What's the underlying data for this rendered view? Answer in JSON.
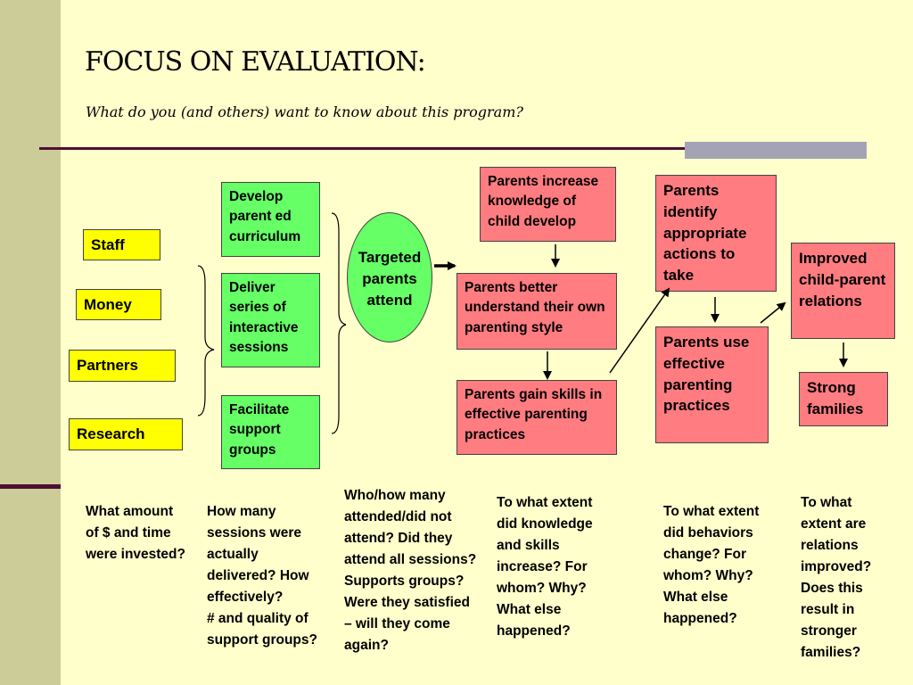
{
  "title": "FOCUS ON EVALUATION:",
  "subtitle": "What do you (and others) want to know about this program?",
  "inputs": {
    "staff": "Staff",
    "money": "Money",
    "partners": "Partners",
    "research": "Research"
  },
  "activities": {
    "develop": "Develop parent ed curriculum",
    "deliver": "Deliver series of interactive sessions",
    "facilitate": "Facilitate support groups"
  },
  "participation": "Targeted parents attend",
  "outcomes": {
    "knowledge": "Parents increase knowledge of child develop",
    "understand": "Parents better understand their own parenting style",
    "skills": "Parents gain skills in effective parenting practices",
    "identify": "Parents identify appropriate actions to take",
    "use": "Parents use effective parenting practices",
    "relations": "Improved child-parent relations",
    "families": "Strong families"
  },
  "questions": {
    "inputs": "What amount of $ and time were invested?",
    "activities": "How many sessions were actually delivered?   How effectively?\n# and quality of support groups?",
    "participation": "Who/how many attended/did not attend? Did they attend all sessions? Supports groups? Were they satisfied – will they come again?",
    "short_term": "To what extent did knowledge and skills increase? For whom? Why? What else happened?",
    "medium_term": "To what extent did behaviors change? For whom? Why? What else happened?",
    "long_term": "To what extent are relations improved? Does this result in stronger families?"
  }
}
